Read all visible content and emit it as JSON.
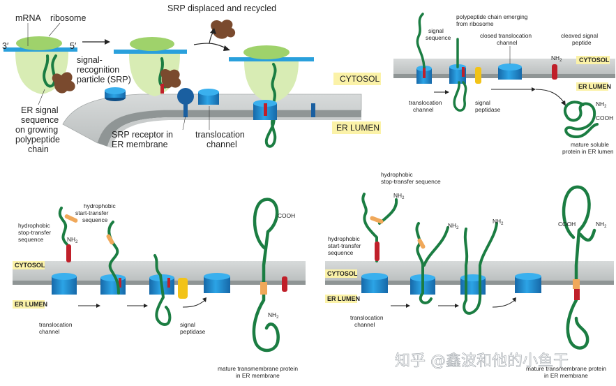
{
  "panel_a": {
    "mrna_label": "mRNA",
    "ribosome_label": "ribosome",
    "three_prime": "3′",
    "five_prime": "5′",
    "srp_label": [
      "signal-",
      "recognition",
      "particle (SRP)"
    ],
    "er_signal_label": [
      "ER signal",
      "sequence",
      "on growing",
      "polypeptide",
      "chain"
    ],
    "srp_displaced_label": "SRP displaced and recycled",
    "srp_receptor_label": [
      "SRP receptor in",
      "ER membrane"
    ],
    "translocation_label": [
      "translocation",
      "channel"
    ],
    "cytosol_tag": "CYTOSOL",
    "lumen_tag": "ER LUMEN"
  },
  "panel_b": {
    "signal_sequence_label": [
      "signal",
      "sequence"
    ],
    "emerging_label": [
      "polypeptide chain emerging",
      "from ribosome"
    ],
    "closed_channel_label": [
      "closed translocation",
      "channel"
    ],
    "cleaved_label": [
      "cleaved signal",
      "peptide"
    ],
    "nh2": "NH",
    "sub2": "2",
    "cooh": "COOH",
    "translocation_label": [
      "translocation",
      "channel"
    ],
    "peptidase_label": [
      "signal",
      "peptidase"
    ],
    "mature_label": [
      "mature soluble",
      "protein in ER lumen"
    ],
    "cytosol_tag": "CYTOSOL",
    "lumen_tag": "ER LUMEN"
  },
  "panel_c": {
    "start_transfer_label": [
      "hydrophobic",
      "start-transfer",
      "sequence"
    ],
    "stop_transfer_label": [
      "hydrophobic",
      "stop-transfer",
      "sequence"
    ],
    "nh2": "NH",
    "sub2": "2",
    "cooh": "COOH",
    "translocation_label": [
      "translocation",
      "channel"
    ],
    "peptidase_label": [
      "signal",
      "peptidase"
    ],
    "mature_label": [
      "mature transmembrane protein",
      "in ER membrane"
    ],
    "cytosol_tag": "CYTOSOL",
    "lumen_tag": "ER LUMEN"
  },
  "panel_d": {
    "stop_transfer_label": [
      "hydrophobic",
      "stop-transfer sequence"
    ],
    "start_transfer_label": [
      "hydrophobic",
      "start-transfer",
      "sequence"
    ],
    "nh2": "NH",
    "sub2": "2",
    "cooh": "COOH",
    "translocation_label": [
      "translocation",
      "channel"
    ],
    "mature_label": [
      "mature transmembrane protein",
      "in ER membrane"
    ],
    "cytosol_tag": "CYTOSOL",
    "lumen_tag": "ER LUMEN"
  },
  "watermark": "知乎 @鑫波和他的小鱼干",
  "colors": {
    "membrane_top": "#c9cccc",
    "membrane_band": "#9ea3a3",
    "channel": "#1f8fd6",
    "chain": "#1b7d42",
    "ribosome": "#9fd26b",
    "ribosome_light": "#d8ecb4",
    "mrna": "#2aa0dc",
    "srp": "#7a4a2e",
    "signal_red": "#c0202a",
    "peptidase": "#f2c318",
    "orange": "#f0a85a",
    "tag_bg": "#fbf2a8"
  }
}
